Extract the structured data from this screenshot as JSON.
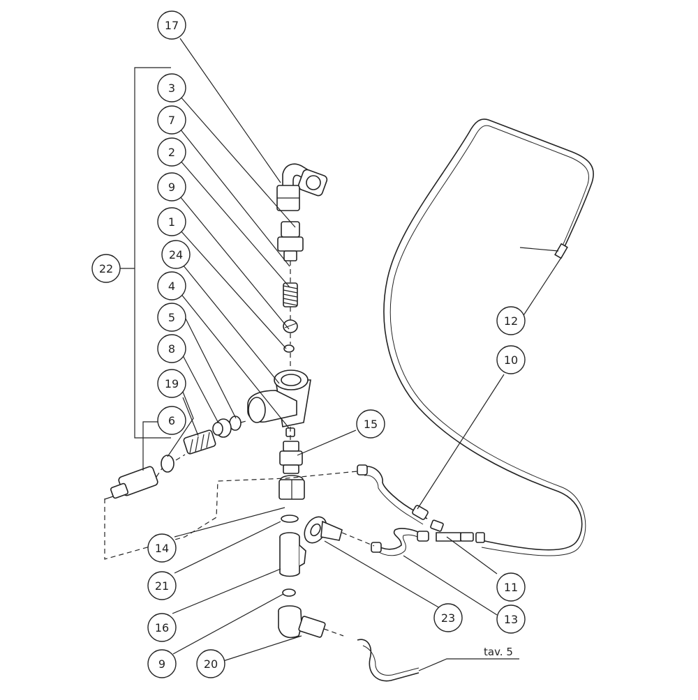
{
  "callouts": [
    {
      "id": "c17",
      "label": "17"
    },
    {
      "id": "c3",
      "label": "3"
    },
    {
      "id": "c7",
      "label": "7"
    },
    {
      "id": "c2",
      "label": "2"
    },
    {
      "id": "c9a",
      "label": "9"
    },
    {
      "id": "c1",
      "label": "1"
    },
    {
      "id": "c24",
      "label": "24"
    },
    {
      "id": "c4",
      "label": "4"
    },
    {
      "id": "c5",
      "label": "5"
    },
    {
      "id": "c8",
      "label": "8"
    },
    {
      "id": "c19",
      "label": "19"
    },
    {
      "id": "c6",
      "label": "6"
    },
    {
      "id": "c22",
      "label": "22"
    },
    {
      "id": "c12",
      "label": "12"
    },
    {
      "id": "c10",
      "label": "10"
    },
    {
      "id": "c15",
      "label": "15"
    },
    {
      "id": "c14",
      "label": "14"
    },
    {
      "id": "c21",
      "label": "21"
    },
    {
      "id": "c16",
      "label": "16"
    },
    {
      "id": "c9b",
      "label": "9"
    },
    {
      "id": "c20",
      "label": "20"
    },
    {
      "id": "c11",
      "label": "11"
    },
    {
      "id": "c13",
      "label": "13"
    },
    {
      "id": "c23",
      "label": "23"
    }
  ],
  "reference_note": "tav. 5"
}
